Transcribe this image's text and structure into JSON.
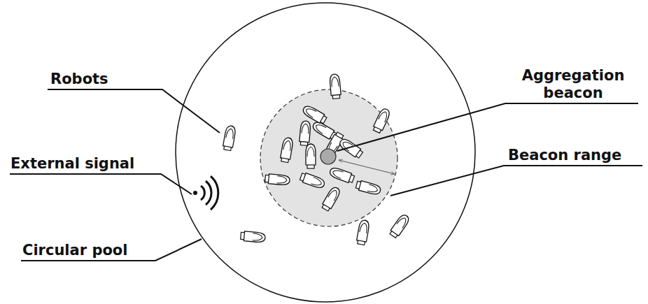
{
  "diagram": {
    "labels": [
      "Robots",
      "External signal",
      "Circular pool",
      "Aggregation beacon",
      "Beacon range"
    ]
  }
}
